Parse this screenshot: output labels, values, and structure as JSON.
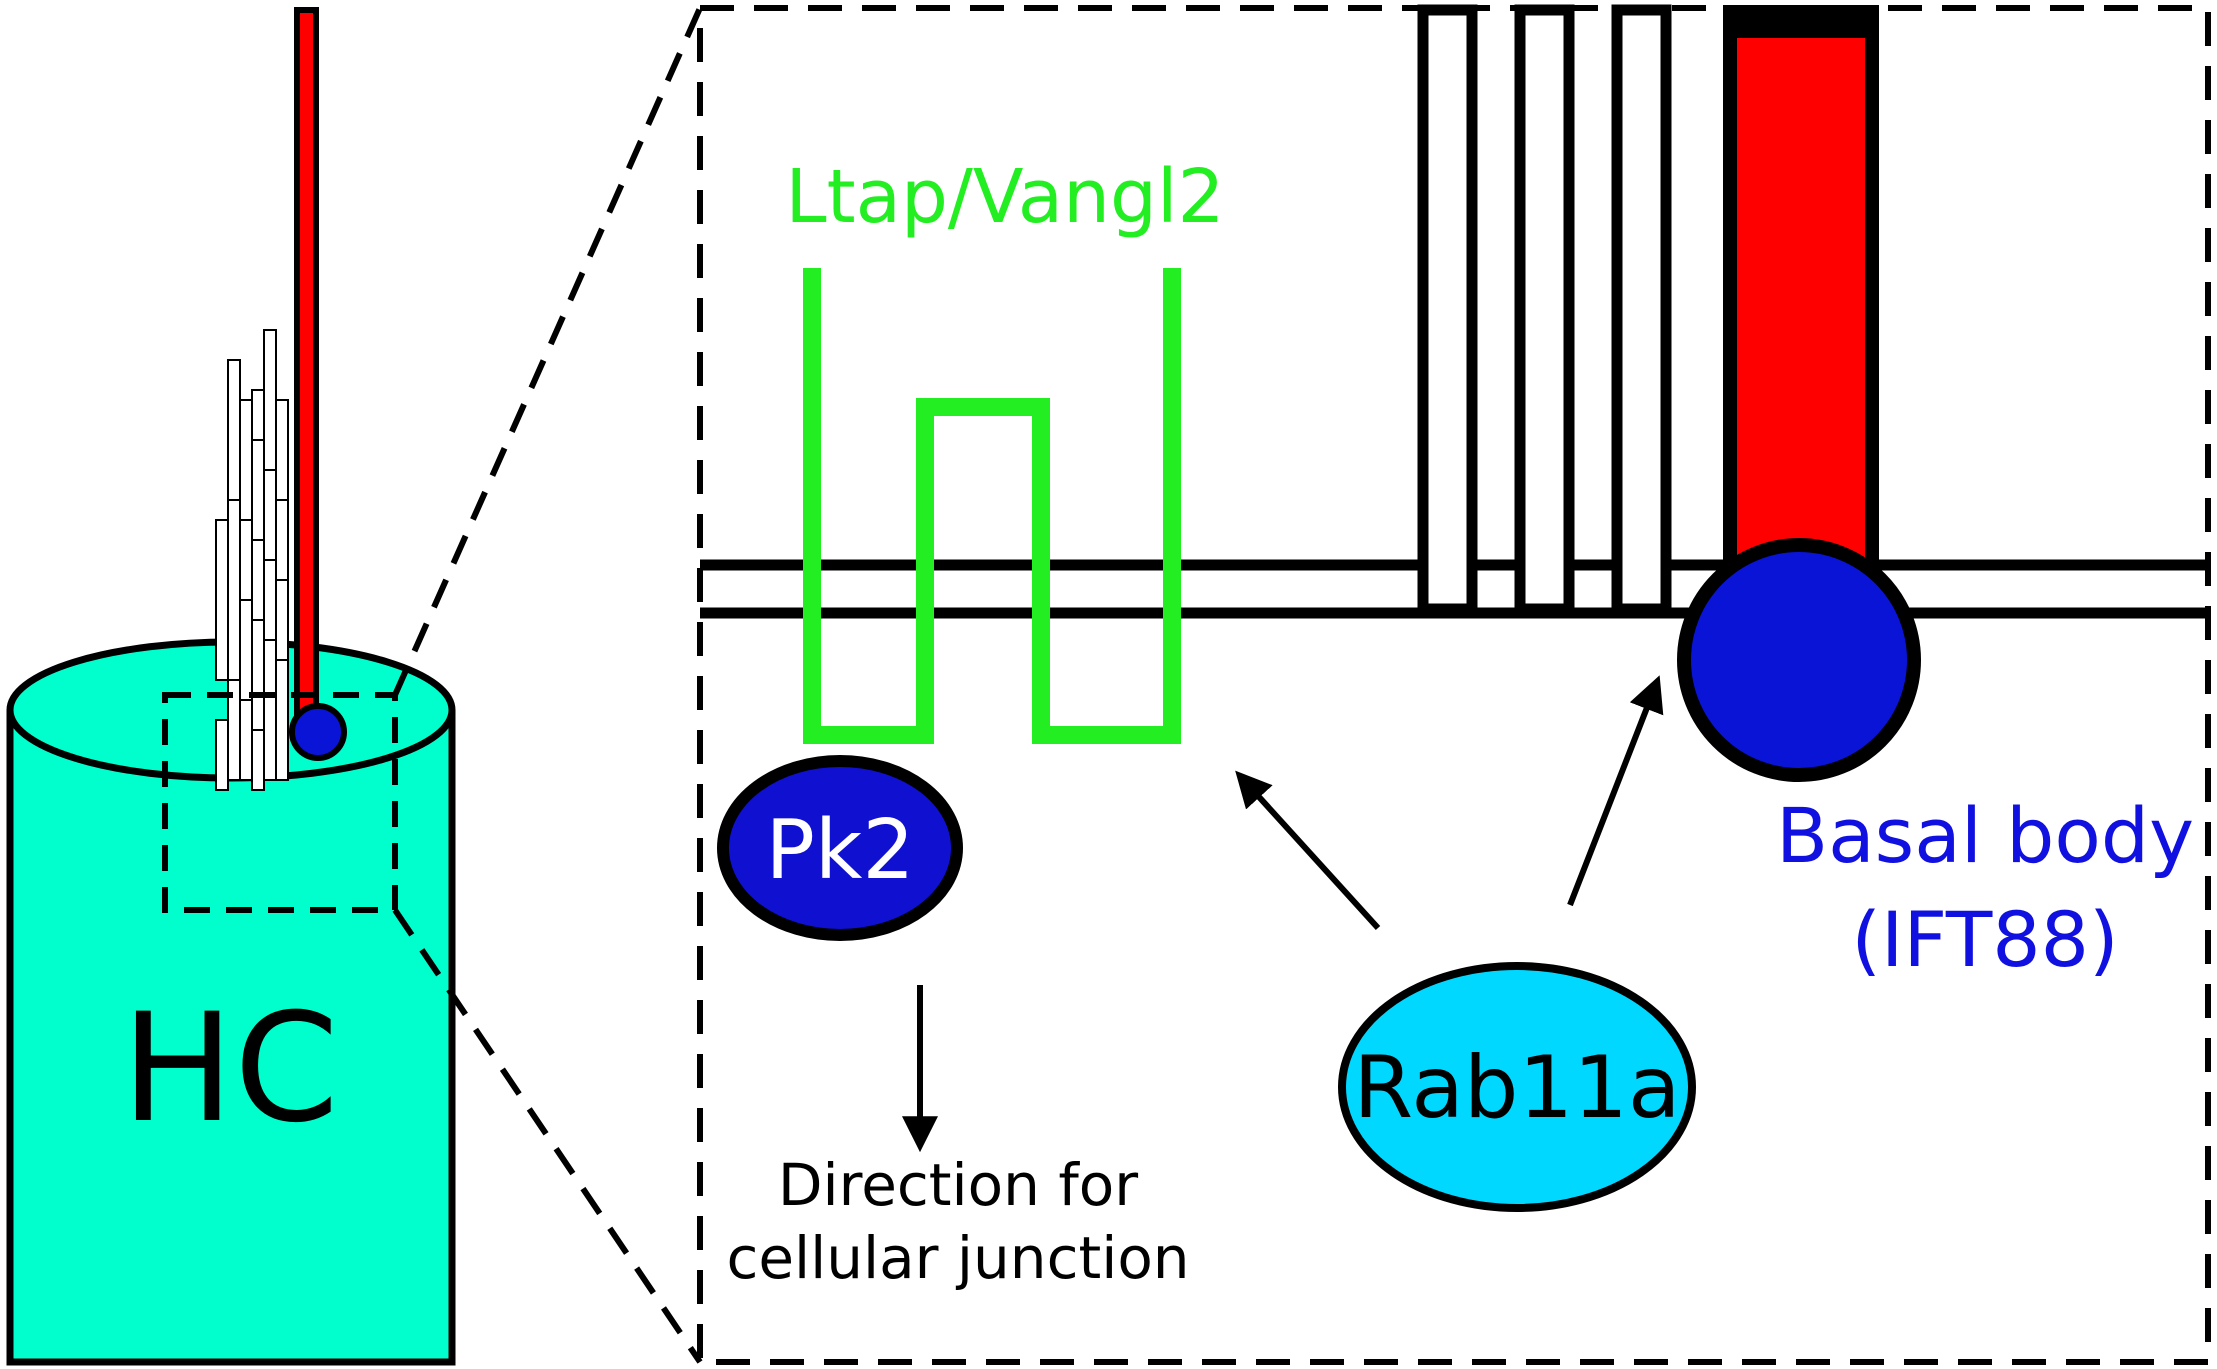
{
  "labels": {
    "hair_cell": "HC",
    "ltap": "Ltap/Vangl2",
    "pk2": "Pk2",
    "rab11a": "Rab11a",
    "basal_body_line1": "Basal body",
    "basal_body_line2": "(IFT88)",
    "direction_line1": "Direction for",
    "direction_line2": "cellular junction"
  },
  "colors": {
    "hair_cell_fill": "#00FFCC",
    "ltap_green": "#22EE22",
    "pk2_fill": "#1010D0",
    "rab11a_fill": "#00D8FF",
    "basal_body_fill": "#0A14D6",
    "kinocilium_red": "#FF0000",
    "basal_body_label": "#1010E0",
    "outline": "#000000"
  },
  "icons": [
    "arrow-down-icon",
    "arrow-up-left-icon",
    "arrow-up-right-icon"
  ]
}
